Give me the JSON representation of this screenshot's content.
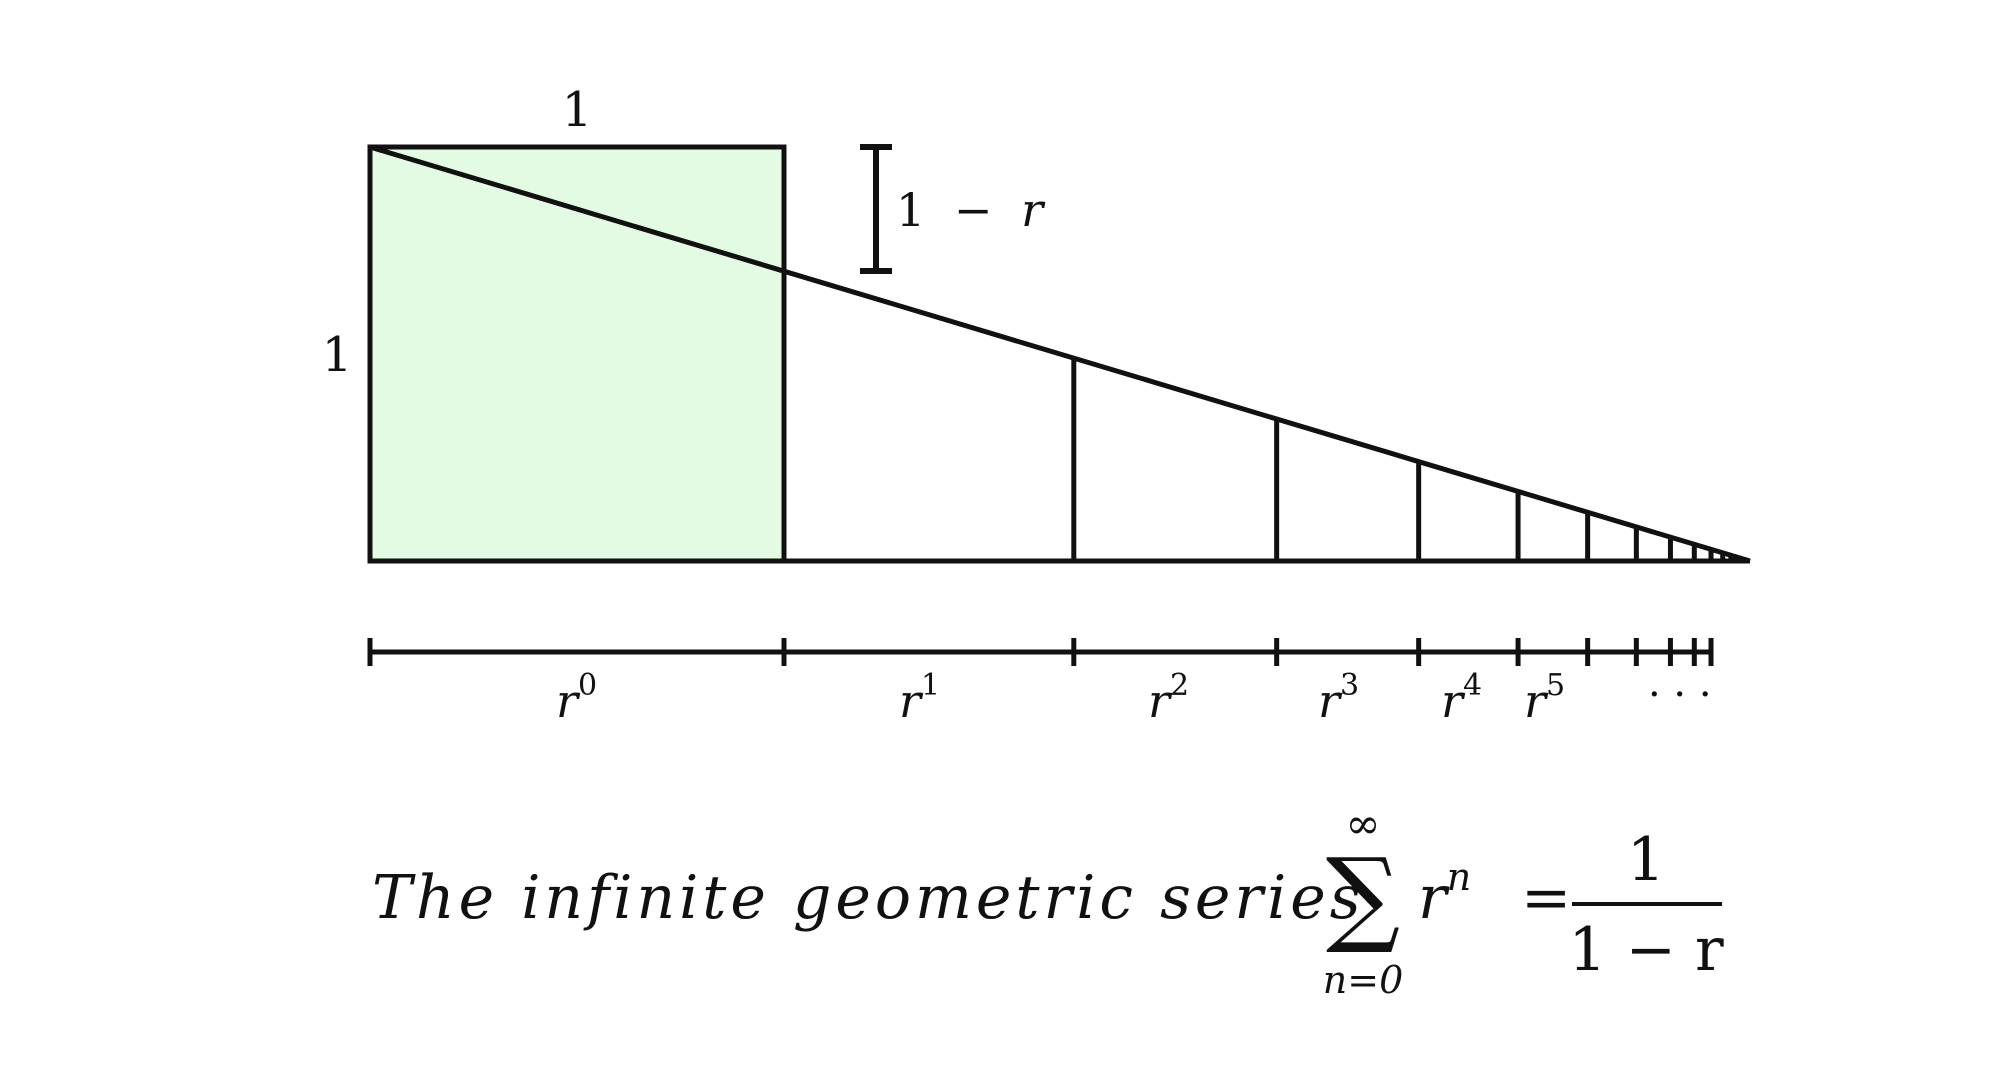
{
  "colors": {
    "ink": "#111111",
    "square_fill": "#e3fbe3",
    "background": "#ffffff"
  },
  "geometry_model": {
    "ratio_r": 0.7,
    "terms_drawn": 14
  },
  "labels": {
    "square_top": "1",
    "square_side": "1",
    "height_drop": {
      "one": "1",
      "minus": "−",
      "r": "r"
    },
    "segments": [
      {
        "base": "r",
        "exp": "0"
      },
      {
        "base": "r",
        "exp": "1"
      },
      {
        "base": "r",
        "exp": "2"
      },
      {
        "base": "r",
        "exp": "3"
      },
      {
        "base": "r",
        "exp": "4"
      },
      {
        "base": "r",
        "exp": "5"
      }
    ],
    "ellipsis": "· · ·"
  },
  "formula": {
    "caption": "The infinite geometric series",
    "sum_symbol": "∑",
    "upper_limit": "∞",
    "lower_limit": "n=0",
    "term_base": "r",
    "term_exp": "n",
    "equals": "=",
    "numerator": "1",
    "denominator": "1 − r"
  }
}
